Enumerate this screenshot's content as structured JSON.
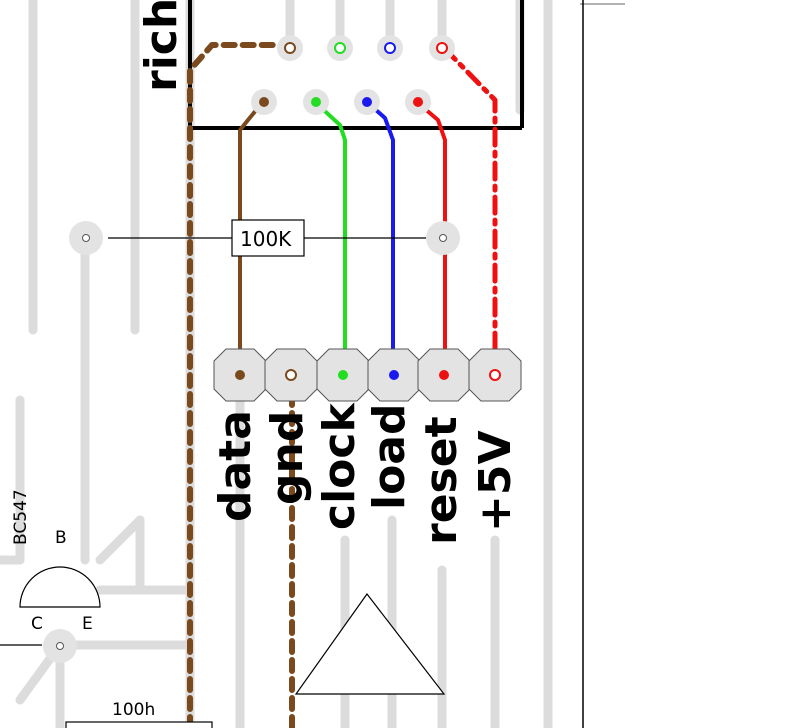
{
  "connector_label": "richt",
  "resistor_top": "100K",
  "resistor_bottom": "100h",
  "transistor": {
    "name": "BC547",
    "pin_b": "B",
    "pin_c": "C",
    "pin_e": "E"
  },
  "pins": [
    {
      "id": "data",
      "label": "data",
      "color": "#7a4a1e"
    },
    {
      "id": "gnd",
      "label": "gnd",
      "color": "#7a4a1e"
    },
    {
      "id": "clock",
      "label": "clock",
      "color": "#22dd22"
    },
    {
      "id": "load",
      "label": "load",
      "color": "#1a1aee"
    },
    {
      "id": "reset",
      "label": "reset",
      "color": "#ee1111"
    },
    {
      "id": "plus5v",
      "label": "+5V",
      "color": "#ee1111"
    }
  ]
}
